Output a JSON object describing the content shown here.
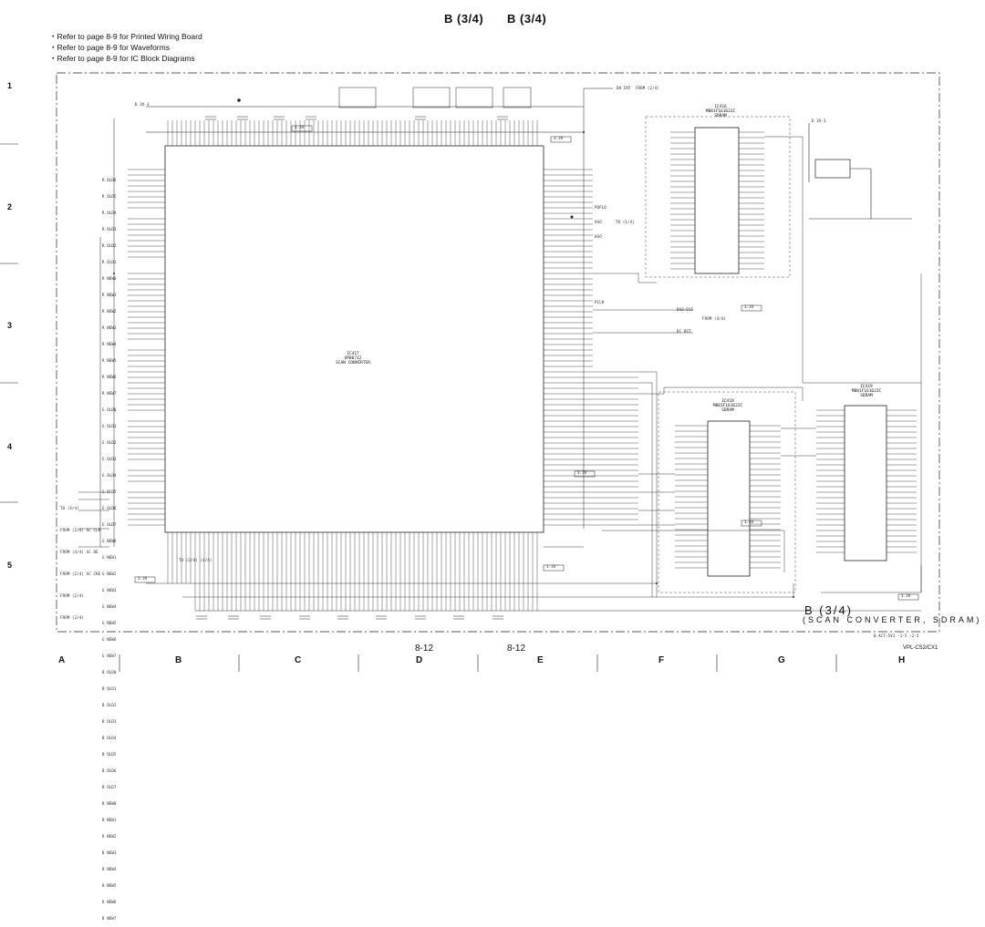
{
  "header": {
    "left_title": "B (3/4)",
    "right_title": "B (3/4)"
  },
  "notes": [
    "・Refer to page 8-9 for Printed Wiring Board",
    "・Refer to page 8-9 for Waveforms",
    "・Refer to page 8-9 for IC Block Diagrams"
  ],
  "row_markers": [
    "1",
    "2",
    "3",
    "4",
    "5"
  ],
  "column_markers": [
    "A",
    "B",
    "C",
    "D",
    "E",
    "F",
    "G",
    "H"
  ],
  "page_numbers": [
    "8-12",
    "8-12"
  ],
  "schematic": {
    "ic_main_label": "IC417\nVPB0712\nSCAN CONVERTER",
    "ic_sdram_top": "IC416\nMB81F161622C\nSDRAM",
    "ic_sdram_mid": "IC418\nMB81F161622C\nSDRAM",
    "ic_sdram_right": "IC419\nMB81F161622C\nSDRAM",
    "top_signal": "DH CNT  FROM (2/4)",
    "dso_signal": "DSO-D15",
    "dso_from": "FROM (4/4)",
    "dc_rst": "DC RST",
    "to_1_4": "TO (1/4)",
    "pdflo": "PDFLO",
    "pclk": "PCLK",
    "vso": "VSO",
    "hso": "HSO",
    "nc_voltage": "3.3V",
    "d3v": "D 3V-3",
    "ttl_left_signals": [
      "R OLD6",
      "R OLD5",
      "R OLD4",
      "R OLD3",
      "R OLD2",
      "R OLD1",
      "R NEW0",
      "R NEW1",
      "R NEW2",
      "R NEW3",
      "R NEW4",
      "R NEW5",
      "R NEW6",
      "R NEW7",
      "G OLD0",
      "G OLD1",
      "G OLD2",
      "G OLD3",
      "G OLD4",
      "G OLD5",
      "G OLD6",
      "G OLD7",
      "G NEW0",
      "G NEW1",
      "G NEW2",
      "G NEW3",
      "G NEW4",
      "G NEW5",
      "G NEW6",
      "G NEW7",
      "B OLD0",
      "B OLD1",
      "B OLD2",
      "B OLD3",
      "B OLD4",
      "B OLD5",
      "B OLD6",
      "B OLD7",
      "B NEW0",
      "B NEW1",
      "B NEW2",
      "B NEW3",
      "B NEW4",
      "B NEW5",
      "B NEW6",
      "B NEW7"
    ],
    "bottom_left_labels": [
      "TO (4/4)",
      "FROM (2/4) SC CLK",
      "FROM (4/4) SC OE",
      "FROM (2/4) SC CKE",
      "FROM (2/4)",
      "FROM (2/4)",
      "TO (2/4) (4/4)"
    ]
  },
  "title_block": {
    "main": "B (3/4)",
    "sub": "SCAN  CONVERTER,  SDRAM)",
    "sub_open": "(",
    "ref": "B-ACT-5V1 -1-5 -2-5",
    "model": "VPL-CS2/CX1"
  }
}
